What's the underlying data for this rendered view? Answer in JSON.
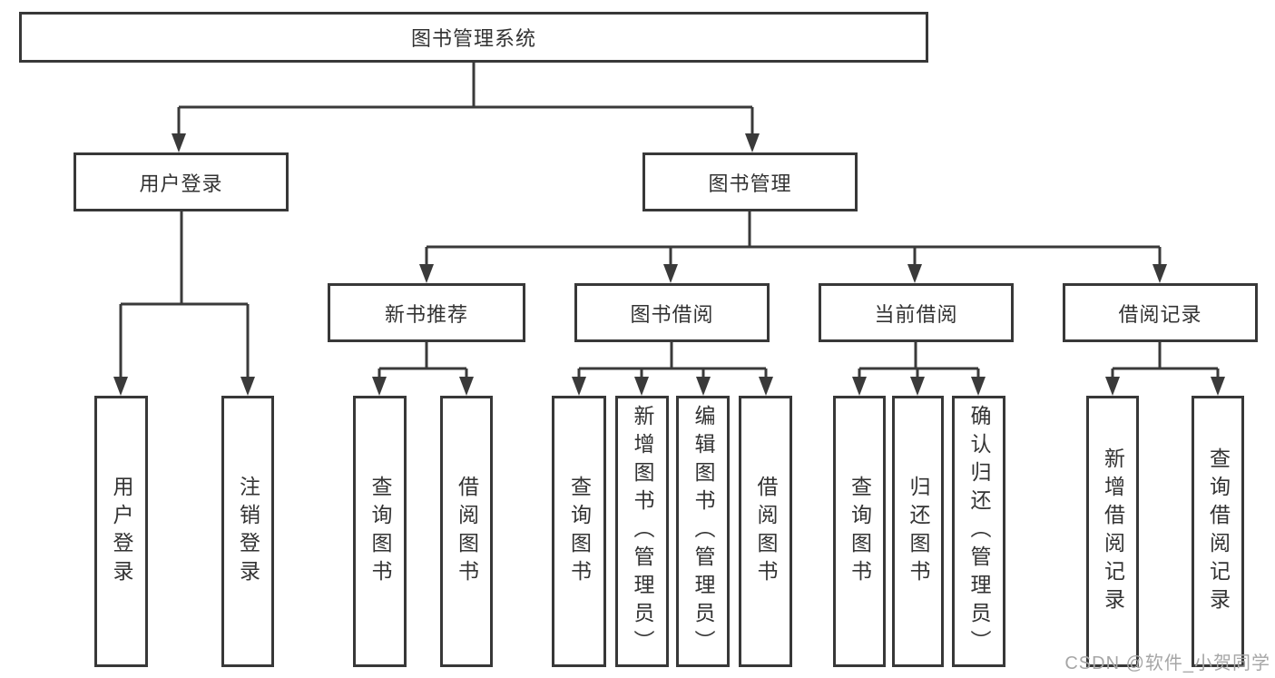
{
  "tree": {
    "root": {
      "label": "图书管理系统"
    },
    "children": [
      {
        "label": "用户登录",
        "children": [
          {
            "label": "用户登录"
          },
          {
            "label": "注销登录"
          }
        ]
      },
      {
        "label": "图书管理",
        "children": [
          {
            "label": "新书推荐",
            "children": [
              {
                "label": "查询图书"
              },
              {
                "label": "借阅图书"
              }
            ]
          },
          {
            "label": "图书借阅",
            "children": [
              {
                "label": "查询图书"
              },
              {
                "label": "新增图书（管理员）"
              },
              {
                "label": "编辑图书（管理员）"
              },
              {
                "label": "借阅图书"
              }
            ]
          },
          {
            "label": "当前借阅",
            "children": [
              {
                "label": "查询图书"
              },
              {
                "label": "归还图书"
              },
              {
                "label": "确认归还（管理员）"
              }
            ]
          },
          {
            "label": "借阅记录",
            "children": [
              {
                "label": "新增借阅记录"
              },
              {
                "label": "查询借阅记录"
              }
            ]
          }
        ]
      }
    ]
  },
  "watermark": {
    "text": "CSDN @软件_小贺同学"
  },
  "colors": {
    "line": "#3a3a3a",
    "box_border": "#383838",
    "box_fill": "#ffffff",
    "text": "#333333",
    "watermark": "#a6a6a6",
    "background": "#ffffff"
  }
}
